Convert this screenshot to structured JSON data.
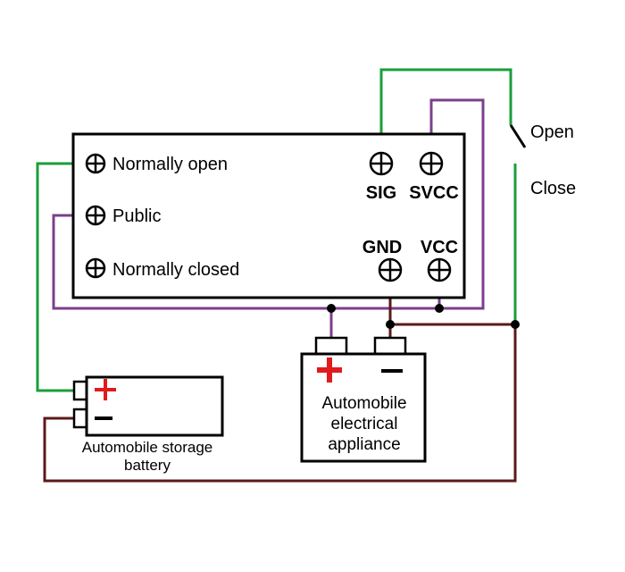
{
  "relay": {
    "terminals": {
      "normally_open": "Normally open",
      "public": "Public",
      "normally_closed": "Normally closed",
      "sig": "SIG",
      "svcc": "SVCC",
      "gnd": "GND",
      "vcc": "VCC"
    }
  },
  "switch": {
    "open_label": "Open",
    "close_label": "Close"
  },
  "appliance": {
    "lines": [
      "Automobile",
      "electrical",
      "appliance"
    ],
    "plus": "+",
    "minus": "−"
  },
  "battery": {
    "lines": [
      "Automobile storage",
      "battery"
    ],
    "plus": "+",
    "minus": "−"
  },
  "colors": {
    "green_wire": "#1a9e3a",
    "purple_wire": "#7b3f8c",
    "brown_wire": "#5c1a1a",
    "plus_red": "#e01b1b",
    "outline": "#000000"
  }
}
